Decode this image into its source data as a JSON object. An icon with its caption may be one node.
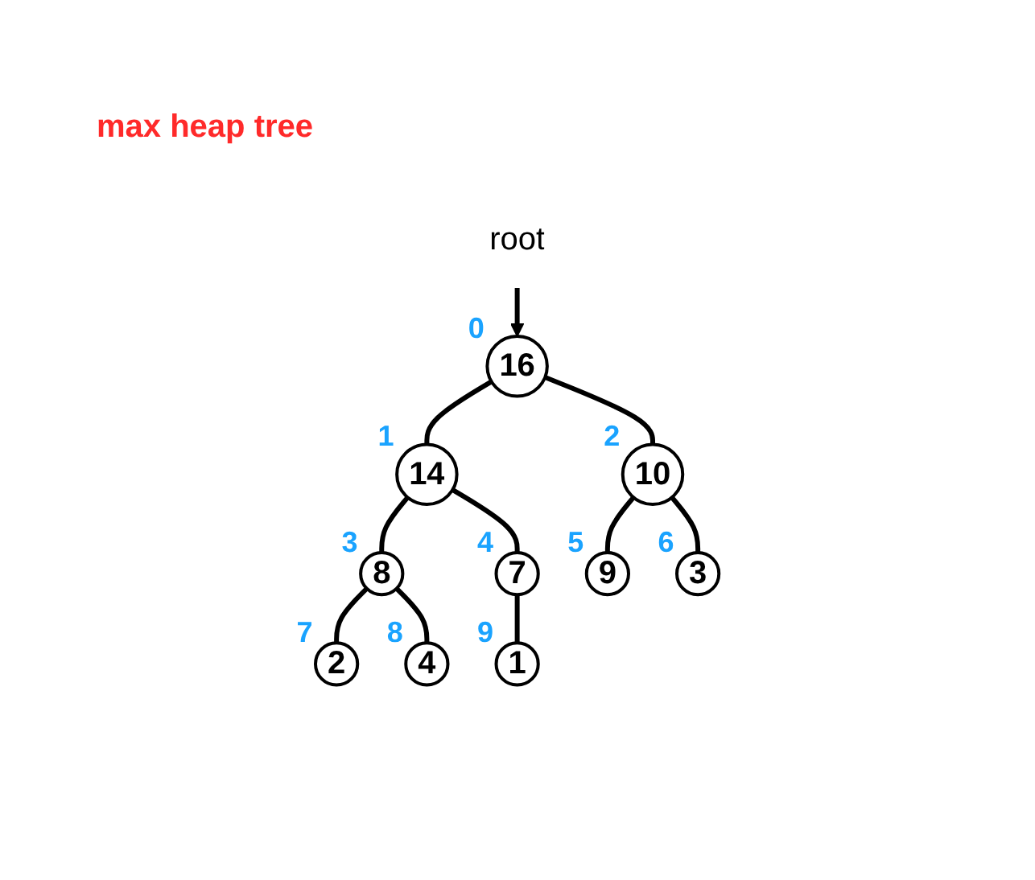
{
  "diagram": {
    "title": "max heap tree",
    "nodes": [
      {
        "text": [
          "root"
        ]
      },
      {
        "text": [
          "16"
        ],
        "beside": [
          "0"
        ]
      },
      {
        "text": [
          "14"
        ],
        "beside": [
          "1"
        ]
      },
      {
        "text": [
          "10"
        ],
        "beside": [
          "2"
        ]
      },
      {
        "text": [
          "8"
        ],
        "beside": [
          "3"
        ]
      },
      {
        "text": [
          "7"
        ],
        "beside": [
          "4"
        ]
      },
      {
        "text": [
          "9"
        ],
        "beside": [
          "5"
        ]
      },
      {
        "text": [
          "3"
        ],
        "beside": [
          "6"
        ]
      },
      {
        "text": [
          "2"
        ],
        "beside": [
          "7"
        ]
      },
      {
        "text": [
          "4"
        ],
        "beside": [
          "8"
        ]
      },
      {
        "text": [
          "1"
        ],
        "beside": [
          "9"
        ]
      }
    ],
    "edges": [
      {
        "from": 0,
        "to": 1,
        "arrow": "to"
      },
      {
        "from": 1,
        "to": 2,
        "arrow": "none"
      },
      {
        "from": 1,
        "to": 3,
        "arrow": "none"
      },
      {
        "from": 2,
        "to": 4,
        "arrow": "none"
      },
      {
        "from": 2,
        "to": 5,
        "arrow": "none"
      },
      {
        "from": 3,
        "to": 6,
        "arrow": "none"
      },
      {
        "from": 3,
        "to": 7,
        "arrow": "none"
      },
      {
        "from": 4,
        "to": 8,
        "arrow": "none"
      },
      {
        "from": 4,
        "to": 9,
        "arrow": "none"
      },
      {
        "from": 5,
        "to": 10,
        "arrow": "none"
      }
    ]
  }
}
